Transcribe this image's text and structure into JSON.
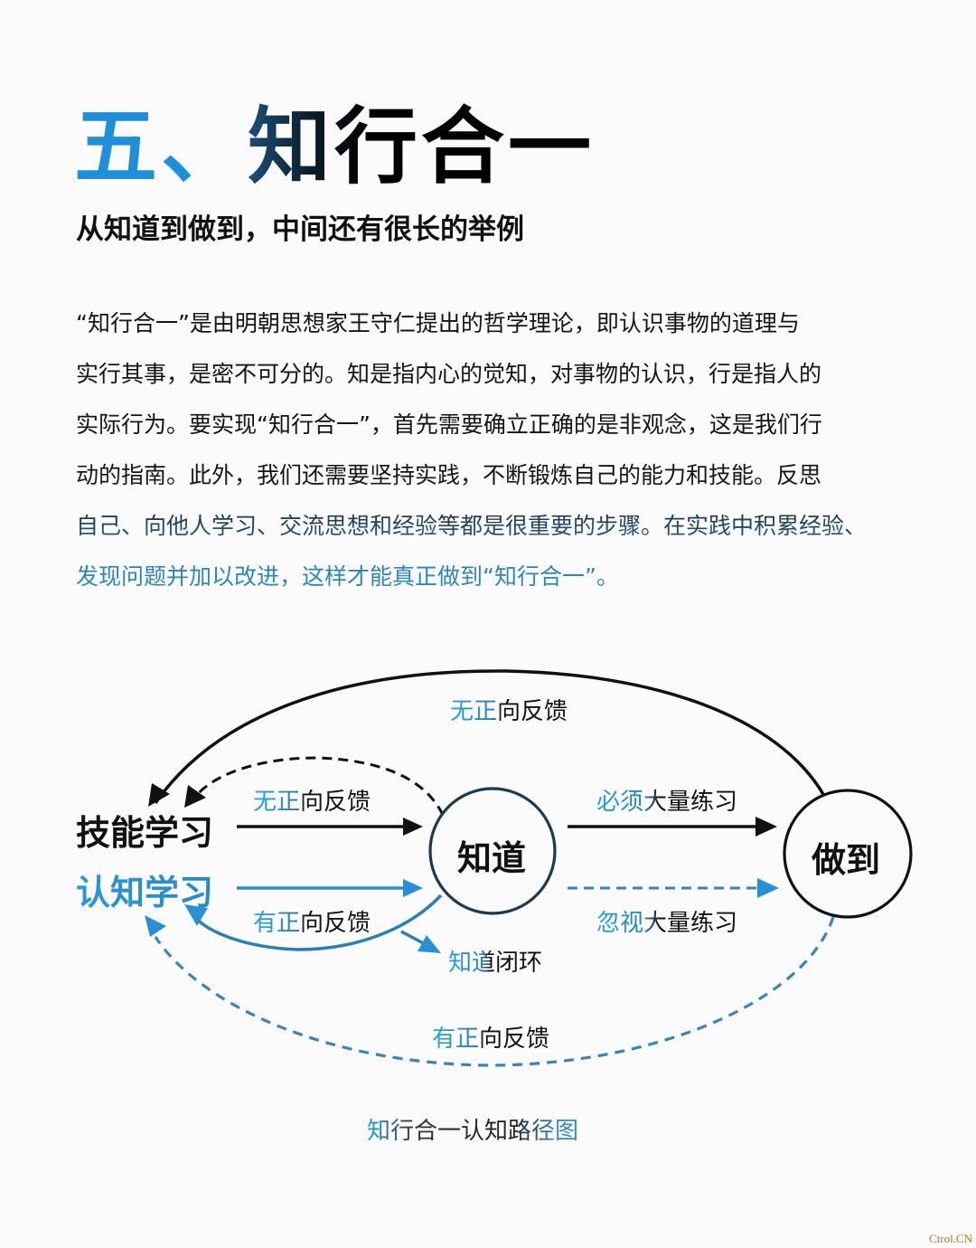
{
  "header": {
    "title_number": "五、",
    "title_main": "知行合一",
    "subtitle": "从知道到做到，中间还有很长的举例"
  },
  "body": {
    "lines": [
      "“知行合一”是由明朝思想家王守仁提出的哲学理论，即认识事物的道理与",
      "实行其事，是密不可分的。知是指内心的觉知，对事物的认识，行是指人的",
      "实际行为。要实现“知行合一”，首先需要确立正确的是非观念，这是我们行",
      "动的指南。此外，我们还需要坚持实践，不断锻炼自己的能力和技能。反思",
      "自己、向他人学习、交流思想和经验等都是很重要的步骤。在实践中积累经验、",
      "发现问题并加以改进，这样才能真正做到“知行合一”。"
    ]
  },
  "diagram": {
    "sources": {
      "skill_learning": "技能学习",
      "cognitive_learning": "认知学习"
    },
    "nodes": {
      "know": "知道",
      "do": "做到"
    },
    "edge_labels": {
      "top_arc": "无正向反馈",
      "skill_feedback": "无正向反馈",
      "cognitive_feedback": "有正向反馈",
      "know_loop": "知道闭环",
      "must_practice": "必须大量练习",
      "ignore_practice": "忽视大量练习",
      "bottom_arc": "有正向反馈"
    },
    "colors": {
      "black": "#111111",
      "blue": "#2a90d3",
      "dashed_blue": "#3a86b0"
    },
    "caption": "知行合一认知路径图"
  },
  "watermark": "Ctrol.CN"
}
